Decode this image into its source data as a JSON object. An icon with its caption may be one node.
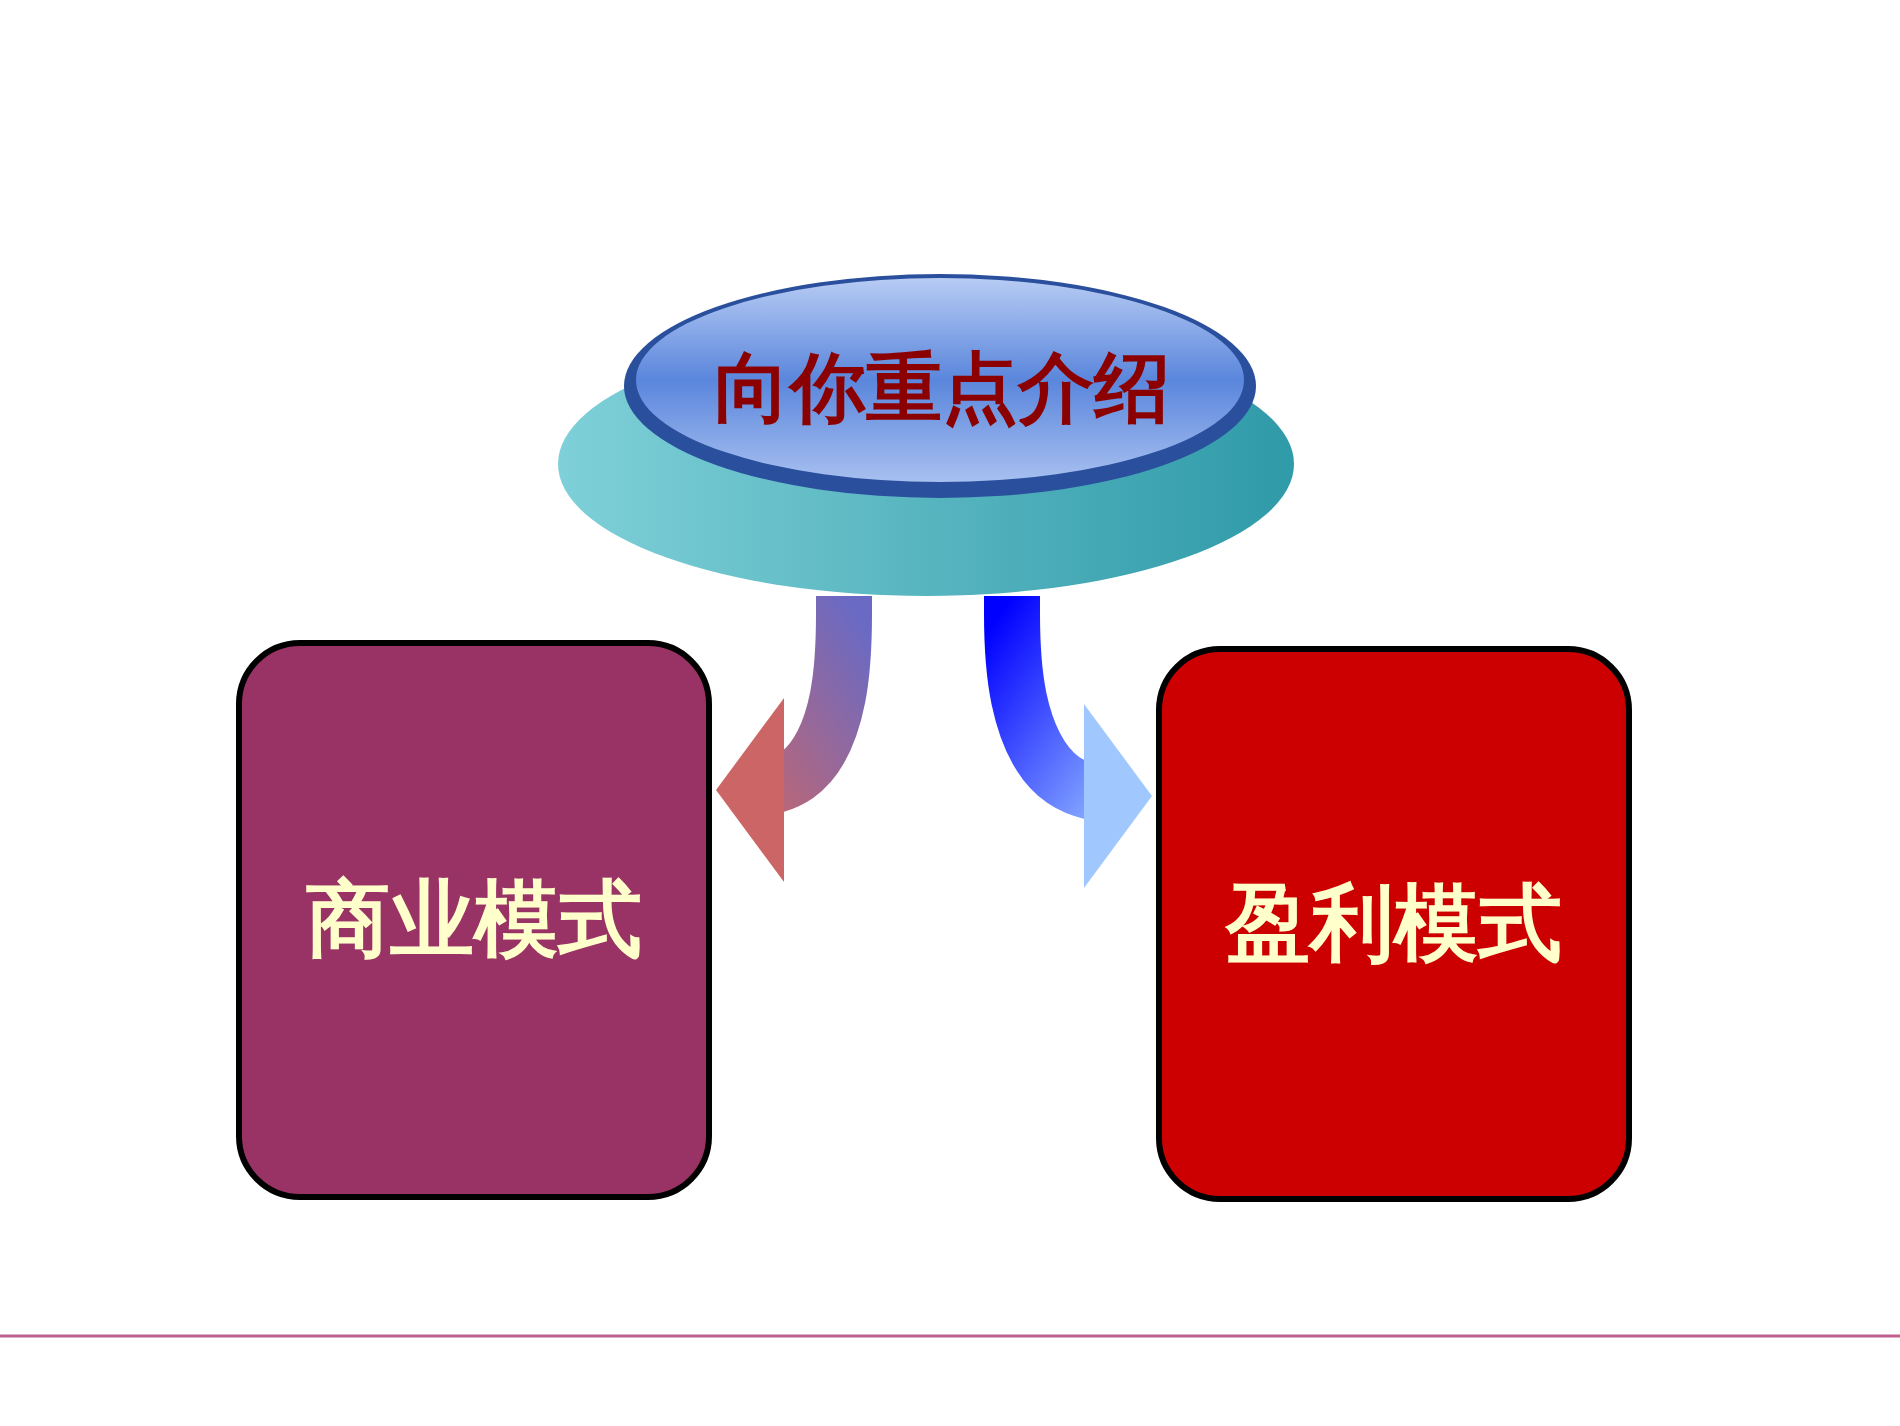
{
  "diagram": {
    "nodes": [
      {
        "text": [
          "向你重点介绍"
        ]
      },
      {
        "text": [
          "商业模式"
        ]
      },
      {
        "text": [
          "盈利模式"
        ]
      }
    ],
    "edges": [
      {
        "from": 0,
        "to": 1,
        "arrow": "to"
      },
      {
        "from": 0,
        "to": 2,
        "arrow": "to"
      }
    ]
  }
}
